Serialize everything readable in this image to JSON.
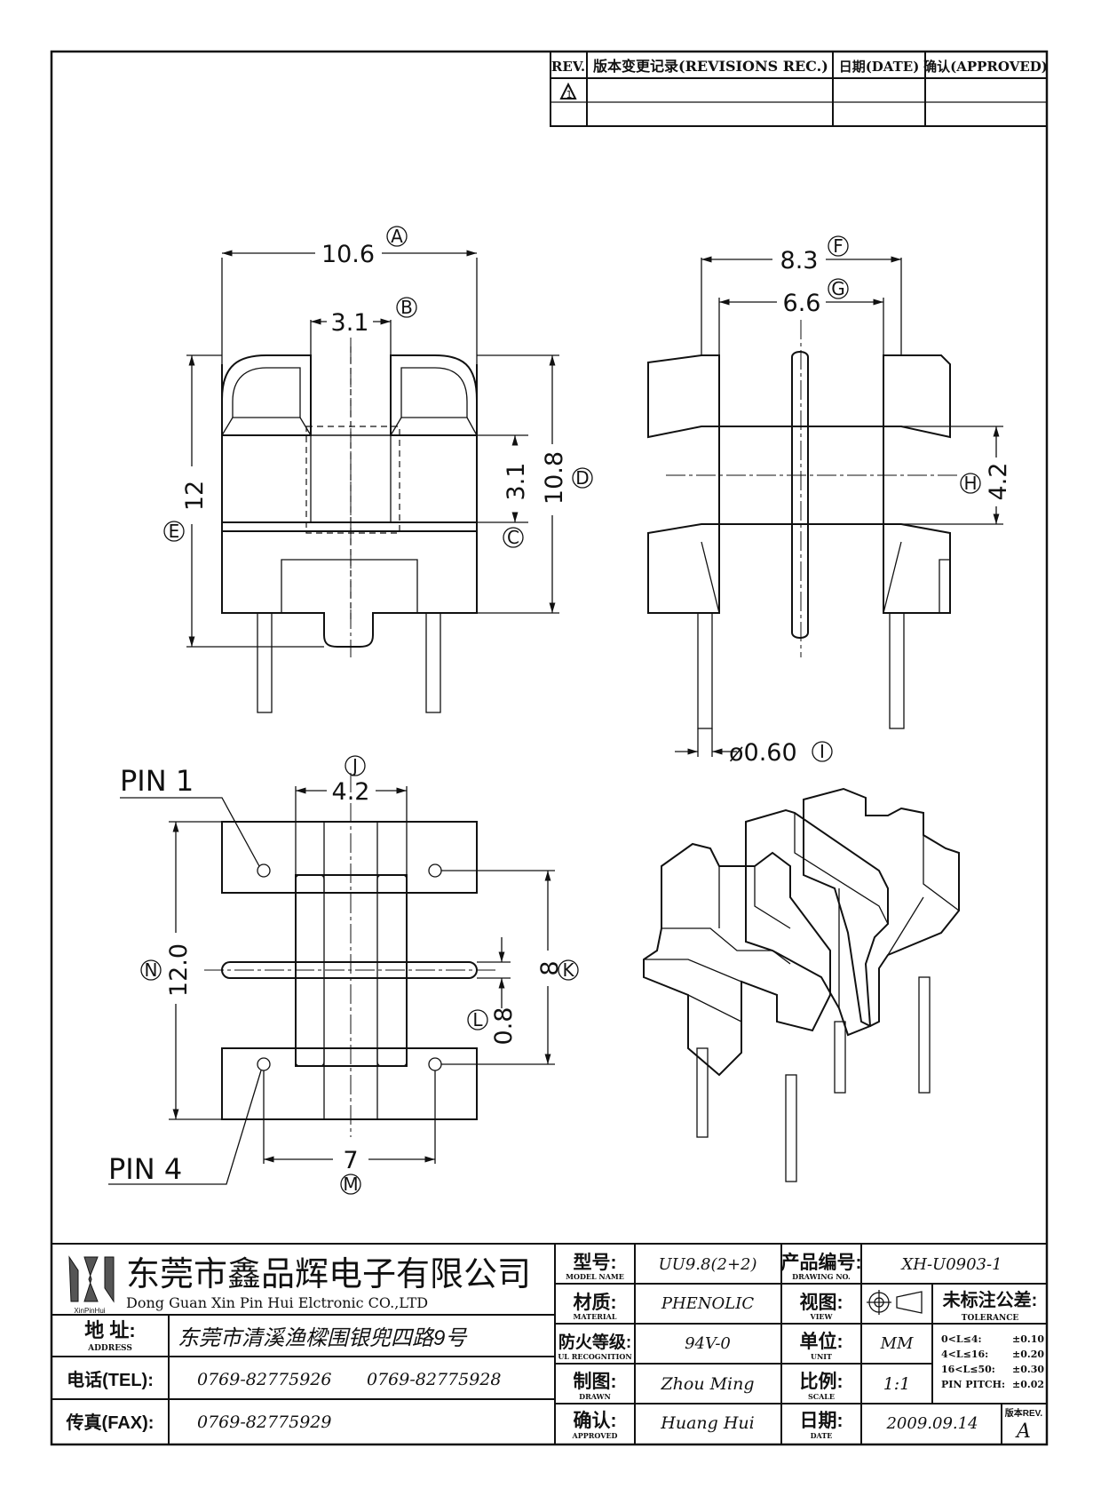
{
  "revisions": {
    "rev_label": "REV.",
    "record_label": "版本变更记录(REVISIONS REC.)",
    "date_label": "日期(DATE)",
    "approved_label": "确认(APPROVED)",
    "rev_symbol": "1"
  },
  "views": {
    "front": {
      "a": {
        "value": "10.6",
        "mark": "A"
      },
      "b": {
        "value": "3.1",
        "mark": "B"
      },
      "c": {
        "value": "3.1",
        "mark": "C"
      },
      "d": {
        "value": "10.8",
        "mark": "D"
      },
      "e": {
        "value": "12",
        "mark": "E"
      }
    },
    "side": {
      "f": {
        "value": "8.3",
        "mark": "F"
      },
      "g": {
        "value": "6.6",
        "mark": "G"
      },
      "h": {
        "value": "4.2",
        "mark": "H"
      },
      "i": {
        "value": "ø0.60",
        "mark": "I"
      }
    },
    "bottom": {
      "pin1": "PIN 1",
      "pin4": "PIN 4",
      "j": {
        "value": "4.2",
        "mark": "J"
      },
      "k": {
        "value": "8",
        "mark": "K"
      },
      "l": {
        "value": "0.8",
        "mark": "L"
      },
      "m": {
        "value": "7",
        "mark": "M"
      },
      "n": {
        "value": "12.0",
        "mark": "N"
      }
    }
  },
  "title_block": {
    "logo_text": "XinPinHui",
    "company_cn": "东莞市鑫品辉电子有限公司",
    "company_en": "Dong Guan Xin Pin Hui Elctronic CO.,LTD",
    "address_label": "地 址:",
    "address_label_en": "ADDRESS",
    "address": "东莞市清溪渔樑围银兜四路9号",
    "tel_label": "电话(TEL):",
    "tel1": "0769-82775926",
    "tel2": "0769-82775928",
    "fax_label": "传真(FAX):",
    "fax": "0769-82775929",
    "model_label": "型号:",
    "model_label_en": "MODEL NAME",
    "model": "UU9.8(2+2)",
    "drawing_no_label": "产品编号:",
    "drawing_no_label_en": "DRAWING NO.",
    "drawing_no": "XH-U0903-1",
    "material_label": "材质:",
    "material_label_en": "MATERIAL",
    "material": "PHENOLIC",
    "view_label": "视图:",
    "view_label_en": "VIEW",
    "tolerance_label": "未标注公差:",
    "tolerance_label_en": "TOLERANCE",
    "flame_label": "防火等级:",
    "flame_label_en": "UL RECOGNITION",
    "flame": "94V-0",
    "unit_label": "单位:",
    "unit_label_en": "UNIT",
    "unit": "MM",
    "drawn_label": "制图:",
    "drawn_label_en": "DRAWN",
    "drawn": "Zhou Ming",
    "scale_label": "比例:",
    "scale_label_en": "SCALE",
    "scale": "1:1",
    "approved_label": "确认:",
    "approved_label_en": "APPROVED",
    "approved": "Huang Hui",
    "date_label": "日期:",
    "date_label_en": "DATE",
    "date": "2009.09.14",
    "rev_label": "版本REV.",
    "rev": "A",
    "tolerances": [
      {
        "range": "0<L≤4:",
        "tol": "±0.10"
      },
      {
        "range": "4<L≤16:",
        "tol": "±0.20"
      },
      {
        "range": "16<L≤50:",
        "tol": "±0.30"
      },
      {
        "range": "PIN PITCH:",
        "tol": "±0.02"
      }
    ]
  }
}
